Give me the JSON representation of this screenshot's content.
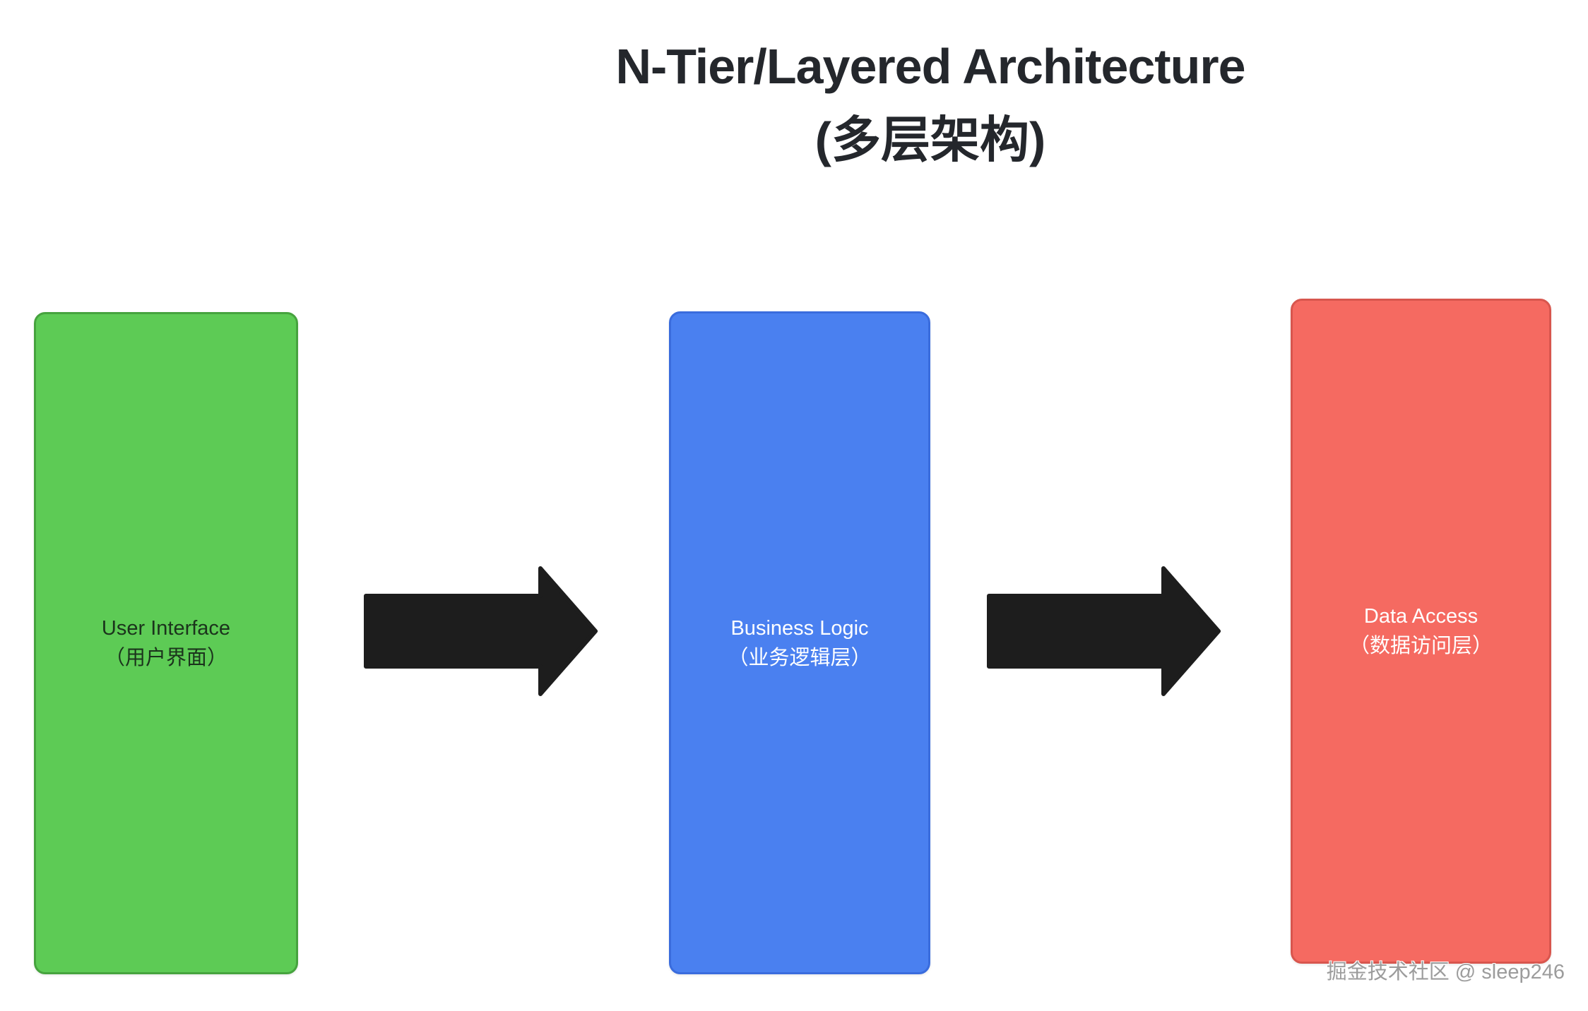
{
  "title": {
    "line1": "N-Tier/Layered Architecture",
    "line2": "(多层架构)"
  },
  "tiers": [
    {
      "name": "user-interface",
      "label_en": "User Interface",
      "label_zh": "（用户界面）",
      "fill": "#5dcb55",
      "border": "#46a33e",
      "text_color": "#1b331c"
    },
    {
      "name": "business-logic",
      "label_en": "Business Logic",
      "label_zh": "（业务逻辑层）",
      "fill": "#4a80f0",
      "border": "#3a6cdd",
      "text_color": "#ffffff"
    },
    {
      "name": "data-access",
      "label_en": "Data Access",
      "label_zh": "（数据访问层）",
      "fill": "#f56a61",
      "border": "#d8564e",
      "text_color": "#ffffff"
    }
  ],
  "arrows": {
    "color": "#1d1d1d",
    "direction": "right",
    "count": 2
  },
  "watermark": {
    "text": "掘金技术社区 @ sleep246",
    "color": "#9c9c9c"
  }
}
